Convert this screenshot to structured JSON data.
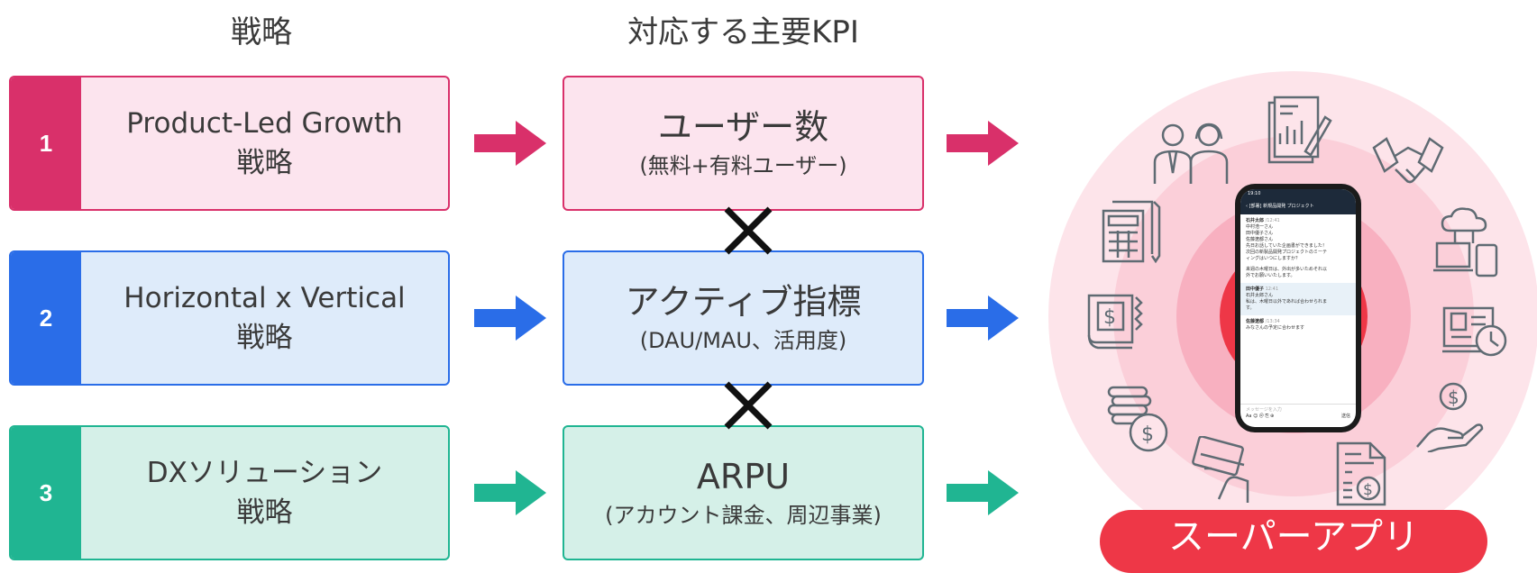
{
  "headers": {
    "strategy": "戦略",
    "kpi": "対応する主要KPI"
  },
  "strategies": [
    {
      "num": "1",
      "line1": "Product-Led Growth",
      "line2": "戦略"
    },
    {
      "num": "2",
      "line1": "Horizontal x Vertical",
      "line2": "戦略"
    },
    {
      "num": "3",
      "line1": "DXソリューション",
      "line2": "戦略"
    }
  ],
  "kpis": [
    {
      "title": "ユーザー数",
      "sub": "(無料+有料ユーザー)"
    },
    {
      "title": "アクティブ指標",
      "sub": "(DAU/MAU、活用度)"
    },
    {
      "title": "ARPU",
      "sub": "(アカウント課金、周辺事業)"
    }
  ],
  "colors": {
    "pink": "#d9306a",
    "blue": "#2a6de8",
    "green": "#20b592",
    "red": "#ee3747"
  },
  "super_app_label": "スーパーアプリ",
  "phone": {
    "status_time": "19:10",
    "header_title": "[部署] 新規品開発 プロジェクト",
    "messages": [
      {
        "sender": "石井太郎",
        "time": "/12:41",
        "lines": [
          "中村浩一さん",
          "田中優子さん",
          "佐藤遼都さん",
          "先日お話していた企画書ができました！",
          "次回の新製品開発プロジェクトのミーテ",
          "ィングはいつにしますか？",
          "",
          "来週の木曜日は、外出が多いためそれ以",
          "外でお願いいたします。"
        ]
      },
      {
        "sender": "田中優子",
        "time": "12:41",
        "lines": [
          "石井太郎さん",
          "私は、木曜日以外であれば合わせられま",
          "す。"
        ]
      },
      {
        "sender": "佐藤遼都",
        "time": "/13:34",
        "lines": [
          "みなさんの予定に合わせます"
        ]
      }
    ],
    "input_placeholder": "メッセージを入力",
    "send_label": "送信"
  }
}
